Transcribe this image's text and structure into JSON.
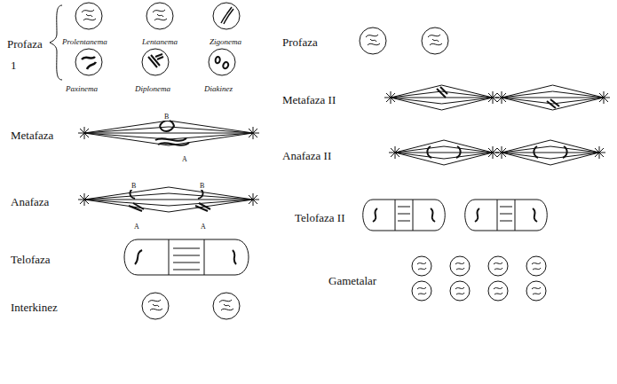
{
  "diagram": {
    "labels": [
      "Profaza",
      "1",
      "Prolentanema",
      "Lentanema",
      "Zigonema",
      "Paxinema",
      "Diplonema",
      "Diakinez",
      "Metafaza",
      "B",
      "A",
      "Anafaza",
      "B",
      "B",
      "A",
      "A",
      "Telofaza",
      "Interkinez",
      "Profaza",
      "Metafaza II",
      "Anafaza II",
      "Telofaza II",
      "Gametalar"
    ]
  }
}
